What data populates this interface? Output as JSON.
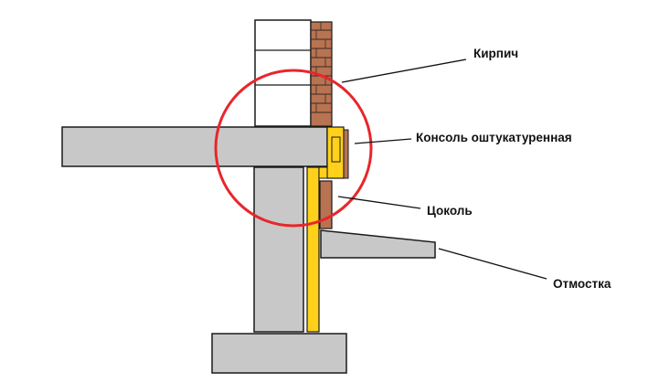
{
  "labels": {
    "brick": "Кирпич",
    "console": "Консоль оштукатуренная",
    "plinth": "Цоколь",
    "blind_area": "Отмостка"
  },
  "colors": {
    "concrete": "#c8c8c8",
    "outline": "#1a1a1a",
    "brick": "#b87352",
    "insulation": "#ffd11a",
    "highlight_circle": "#e8262b",
    "wall_block": "#ffffff"
  }
}
